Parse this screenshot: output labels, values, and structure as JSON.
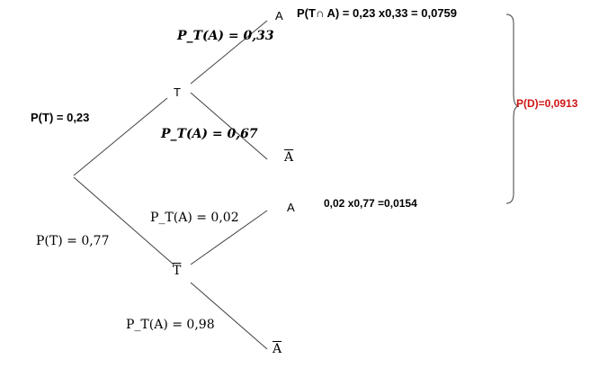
{
  "nodes": {
    "t": "T",
    "a_top": "A",
    "abar_top": "A",
    "tbar": "T",
    "a_bottom": "A",
    "abar_bottom": "A"
  },
  "labels": {
    "p_t": "P(T) = 0,23",
    "pt_a": "P_T(A) = 0,33",
    "pt_abar": "P_T(A) = 0,67",
    "p_tbar": "P(T) = 0,77",
    "ptbar_a": "P_T(A) = 0,02",
    "ptbar_abar": "P_T(A) = 0,98"
  },
  "formulas": {
    "p_t_and_a": "P(T∩ A) = 0,23 x0,33 = 0,0759",
    "calc_bottom": "0,02 x0,77 =0,0154",
    "result": "P(D)=0,0913"
  },
  "colors": {
    "result": "#d01414",
    "line": "#404040"
  }
}
